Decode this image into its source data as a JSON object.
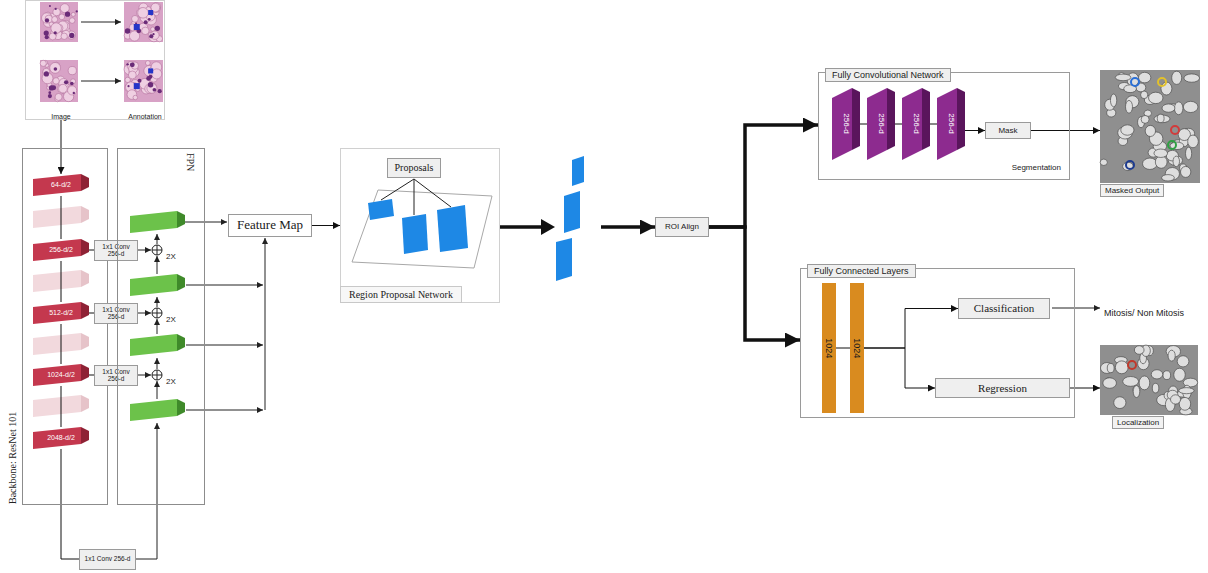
{
  "diagram": {
    "nodes": [
      {
        "text": [
          "Image",
          "Annotation"
        ]
      },
      {
        "text": [
          "Backbone: ResNet 101"
        ]
      },
      {
        "text": [
          "64-d/2"
        ],
        "in": 1
      },
      {
        "text": [
          "256-d/2"
        ],
        "in": 1
      },
      {
        "text": [
          "512-d/2"
        ],
        "in": 1
      },
      {
        "text": [
          "1024-d/2"
        ],
        "in": 1
      },
      {
        "text": [
          "2048-d/2"
        ],
        "in": 1
      },
      {
        "text": [
          "1x1 Conv 256-d"
        ]
      },
      {
        "text": [
          "1x1 Conv 256-d"
        ]
      },
      {
        "text": [
          "1x1 Conv 256-d"
        ]
      },
      {
        "text": [
          "FPN"
        ]
      },
      {
        "text": [
          "1x1 Conv 256-d"
        ]
      },
      {
        "text": [
          "Feature Map"
        ]
      },
      {
        "text": [
          "Region Proposal Network"
        ]
      },
      {
        "text": [
          "Proposals"
        ],
        "in": 13
      },
      {
        "text": [
          "ROI Align"
        ]
      },
      {
        "text": [
          "Fully Convolutional Network",
          "Segmentation"
        ]
      },
      {
        "text": [
          "256-d"
        ],
        "in": 16
      },
      {
        "text": [
          "256-d"
        ],
        "in": 16
      },
      {
        "text": [
          "256-d"
        ],
        "in": 16
      },
      {
        "text": [
          "256-d"
        ],
        "in": 16
      },
      {
        "text": [
          "Mask"
        ],
        "in": 16
      },
      {
        "text": [
          "Fully Connected Layers"
        ]
      },
      {
        "text": [
          "1024"
        ],
        "in": 22
      },
      {
        "text": [
          "1024"
        ],
        "in": 22
      },
      {
        "text": [
          "Classification"
        ],
        "in": 22
      },
      {
        "text": [
          "Regression"
        ],
        "in": 22
      },
      {
        "text": [
          "Masked Output"
        ]
      },
      {
        "text": [
          "Localization"
        ]
      }
    ],
    "edges": [
      {
        "from": 0,
        "to": 2,
        "arrow": "to"
      },
      {
        "from": 2,
        "to": 3,
        "arrow": "none"
      },
      {
        "from": 3,
        "to": 4,
        "arrow": "none"
      },
      {
        "from": 4,
        "to": 5,
        "arrow": "none"
      },
      {
        "from": 5,
        "to": 6,
        "arrow": "none"
      },
      {
        "from": 3,
        "to": 7,
        "arrow": "none"
      },
      {
        "from": 4,
        "to": 8,
        "arrow": "none"
      },
      {
        "from": 5,
        "to": 9,
        "arrow": "none"
      },
      {
        "from": 6,
        "to": 11,
        "arrow": "none"
      },
      {
        "from": 12,
        "to": 13,
        "arrow": "to"
      },
      {
        "from": 13,
        "to": 15,
        "arrow": "to"
      },
      {
        "from": 15,
        "to": 16,
        "arrow": "to"
      },
      {
        "from": 15,
        "to": 22,
        "arrow": "to"
      },
      {
        "from": 17,
        "to": 18,
        "arrow": "none"
      },
      {
        "from": 18,
        "to": 19,
        "arrow": "none"
      },
      {
        "from": 19,
        "to": 20,
        "arrow": "none"
      },
      {
        "from": 20,
        "to": 21,
        "arrow": "to"
      },
      {
        "from": 21,
        "to": 27,
        "arrow": "to"
      },
      {
        "from": 23,
        "to": 24,
        "arrow": "none"
      },
      {
        "from": 24,
        "to": 25,
        "arrow": "to"
      },
      {
        "from": 24,
        "to": 26,
        "arrow": "to"
      },
      {
        "from": 26,
        "to": 28,
        "arrow": "to"
      }
    ],
    "labels": [
      "2X",
      "2X",
      "2X",
      "Mitosis/ Non Mitosis"
    ]
  }
}
